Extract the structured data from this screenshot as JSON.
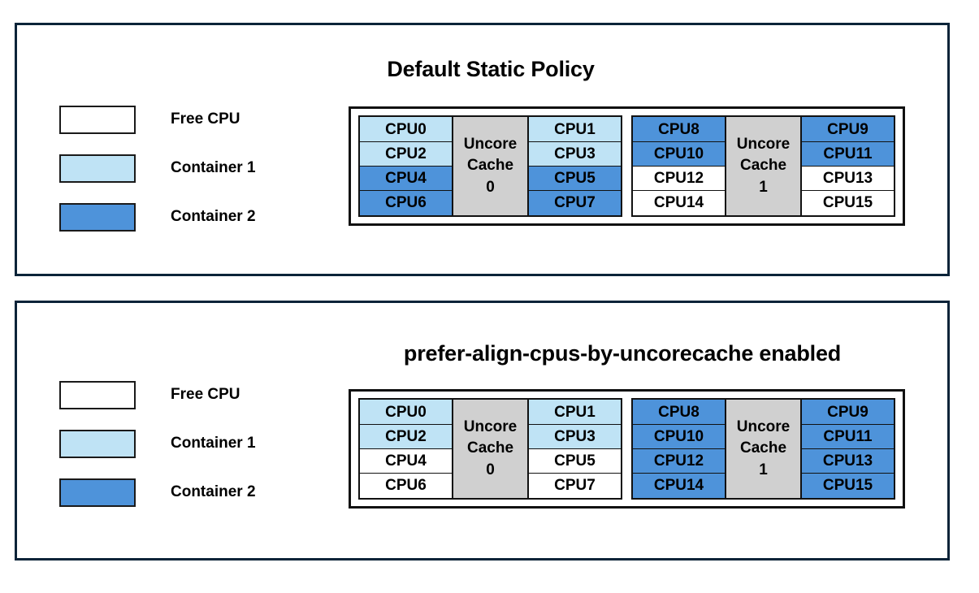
{
  "colors": {
    "panel_border": "#0c2439",
    "box_border": "#111111",
    "free_cpu": "#ffffff",
    "container1": "#bfe3f5",
    "container2": "#4e93da",
    "uncore_cache": "#d0d0d0"
  },
  "legend": {
    "items": [
      {
        "label": "Free CPU",
        "fill": "free"
      },
      {
        "label": "Container 1",
        "fill": "c1"
      },
      {
        "label": "Container 2",
        "fill": "c2"
      }
    ]
  },
  "panels": [
    {
      "id": "default-static-policy",
      "title": "Default Static Policy",
      "groups": [
        {
          "cache_label_line1": "Uncore",
          "cache_label_line2": "Cache",
          "cache_label_line3": "0",
          "left_column": [
            {
              "label": "CPU0",
              "fill": "c1"
            },
            {
              "label": "CPU2",
              "fill": "c1"
            },
            {
              "label": "CPU4",
              "fill": "c2"
            },
            {
              "label": "CPU6",
              "fill": "c2"
            }
          ],
          "right_column": [
            {
              "label": "CPU1",
              "fill": "c1"
            },
            {
              "label": "CPU3",
              "fill": "c1"
            },
            {
              "label": "CPU5",
              "fill": "c2"
            },
            {
              "label": "CPU7",
              "fill": "c2"
            }
          ]
        },
        {
          "cache_label_line1": "Uncore",
          "cache_label_line2": "Cache",
          "cache_label_line3": "1",
          "left_column": [
            {
              "label": "CPU8",
              "fill": "c2"
            },
            {
              "label": "CPU10",
              "fill": "c2"
            },
            {
              "label": "CPU12",
              "fill": "free"
            },
            {
              "label": "CPU14",
              "fill": "free"
            }
          ],
          "right_column": [
            {
              "label": "CPU9",
              "fill": "c2"
            },
            {
              "label": "CPU11",
              "fill": "c2"
            },
            {
              "label": "CPU13",
              "fill": "free"
            },
            {
              "label": "CPU15",
              "fill": "free"
            }
          ]
        }
      ]
    },
    {
      "id": "prefer-align-cpus-by-uncorecache-enabled",
      "title": "prefer-align-cpus-by-uncorecache enabled",
      "groups": [
        {
          "cache_label_line1": "Uncore",
          "cache_label_line2": "Cache",
          "cache_label_line3": "0",
          "left_column": [
            {
              "label": "CPU0",
              "fill": "c1"
            },
            {
              "label": "CPU2",
              "fill": "c1"
            },
            {
              "label": "CPU4",
              "fill": "free"
            },
            {
              "label": "CPU6",
              "fill": "free"
            }
          ],
          "right_column": [
            {
              "label": "CPU1",
              "fill": "c1"
            },
            {
              "label": "CPU3",
              "fill": "c1"
            },
            {
              "label": "CPU5",
              "fill": "free"
            },
            {
              "label": "CPU7",
              "fill": "free"
            }
          ]
        },
        {
          "cache_label_line1": "Uncore",
          "cache_label_line2": "Cache",
          "cache_label_line3": "1",
          "left_column": [
            {
              "label": "CPU8",
              "fill": "c2"
            },
            {
              "label": "CPU10",
              "fill": "c2"
            },
            {
              "label": "CPU12",
              "fill": "c2"
            },
            {
              "label": "CPU14",
              "fill": "c2"
            }
          ],
          "right_column": [
            {
              "label": "CPU9",
              "fill": "c2"
            },
            {
              "label": "CPU11",
              "fill": "c2"
            },
            {
              "label": "CPU13",
              "fill": "c2"
            },
            {
              "label": "CPU15",
              "fill": "c2"
            }
          ]
        }
      ]
    }
  ]
}
